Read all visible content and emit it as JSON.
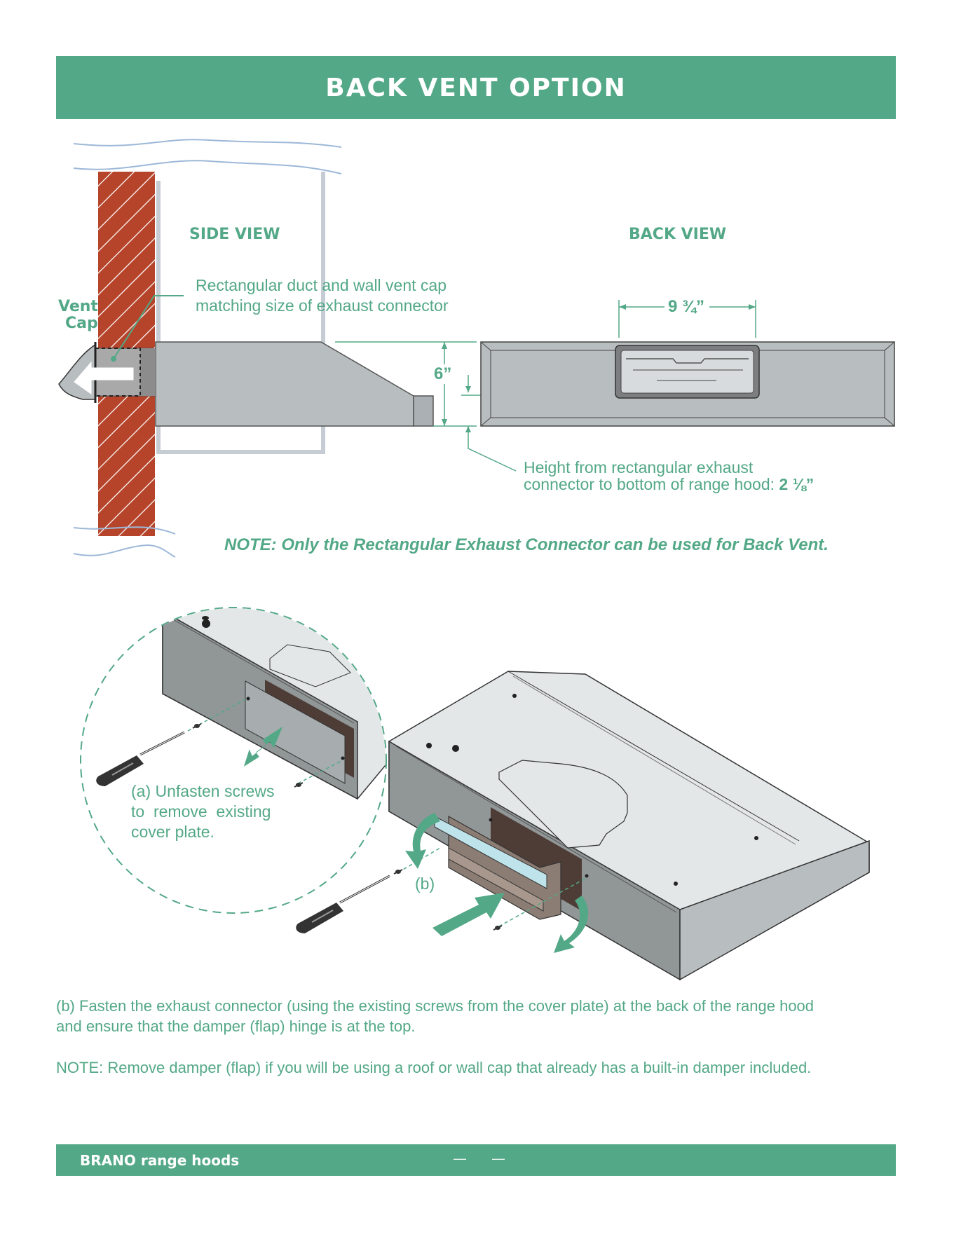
{
  "header": {
    "title": "BACK VENT OPTION"
  },
  "diagram": {
    "side_view_label": "SIDE VIEW",
    "back_view_label": "BACK VIEW",
    "vent_cap_label": "Vent",
    "vent_cap_label_2": "Cap",
    "duct_note_line1": "Rectangular duct and wall vent cap",
    "duct_note_line2": "matching size of exhaust connector",
    "width_dimension": "9 ¾”",
    "height_dimension": "6”",
    "connector_height_line1": "Height from rectangular exhaust",
    "connector_height_line2_prefix": "connector to bottom of range hood: ",
    "connector_height_value": "2 ⅛”",
    "note_back_vent": "NOTE: Only the Rectangular Exhaust Connector can be used for Back Vent.",
    "step_a_line1": "(a) Unfasten screws",
    "step_a_line2": "to  remove  existing",
    "step_a_line3": "cover plate.",
    "step_b_tag": "(b)"
  },
  "instructions": {
    "step_b_line1": "(b) Fasten the exhaust connector (using the existing screws from the cover plate) at the back of the range hood",
    "step_b_line2": "and ensure that the damper (flap) hinge is at the top.",
    "note_damper": "NOTE: Remove damper (flap) if you will be using a roof or wall cap that already has a built-in damper included."
  },
  "footer": {
    "brand": "BRANO range hoods",
    "dash1": "—",
    "dash2": "—"
  },
  "colors": {
    "accent": "#53a887",
    "brick": "#b5442a",
    "steel": "#b8bdbf"
  }
}
